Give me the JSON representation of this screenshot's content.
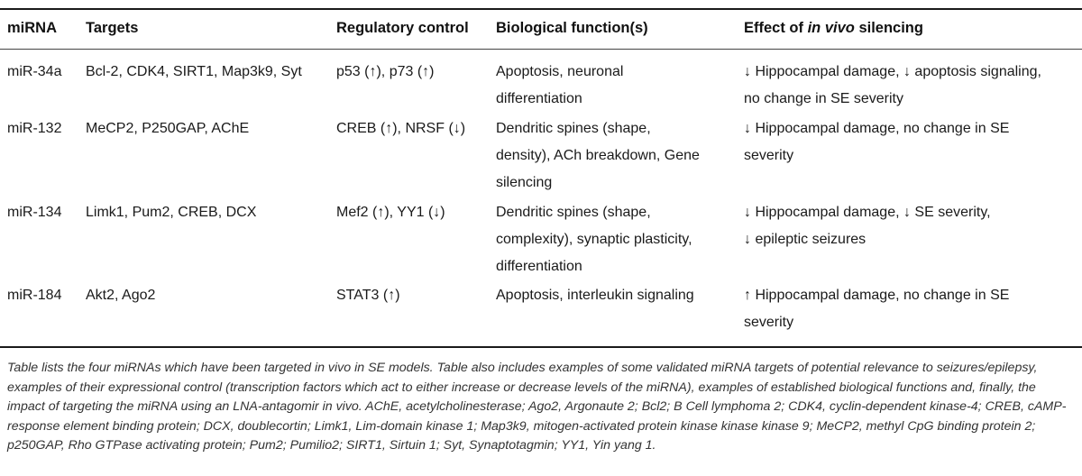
{
  "table": {
    "headers": {
      "mirna": "miRNA",
      "targets": "Targets",
      "regulatory": "Regulatory control",
      "function": "Biological function(s)",
      "effect_prefix": "Effect of ",
      "effect_italic": "in vivo",
      "effect_suffix": " silencing"
    },
    "rows": [
      {
        "mirna": "miR-34a",
        "targets": "Bcl-2, CDK4, SIRT1, Map3k9, Syt",
        "regulatory": "p53 (↑), p73 (↑)",
        "function": [
          "Apoptosis, neuronal",
          "differentiation"
        ],
        "effect": [
          "↓ Hippocampal damage, ↓ apoptosis signaling,",
          "no change in SE severity"
        ]
      },
      {
        "mirna": "miR-132",
        "targets": "MeCP2, P250GAP, AChE",
        "regulatory": "CREB (↑), NRSF (↓)",
        "function": [
          "Dendritic spines (shape,",
          "density), ACh breakdown, Gene",
          "silencing"
        ],
        "effect": [
          "↓ Hippocampal damage, no change in SE",
          "severity"
        ]
      },
      {
        "mirna": "miR-134",
        "targets": "Limk1, Pum2, CREB, DCX",
        "regulatory": "Mef2 (↑), YY1 (↓)",
        "function": [
          "Dendritic spines (shape,",
          "complexity), synaptic plasticity,",
          "differentiation"
        ],
        "effect": [
          "↓ Hippocampal damage, ↓ SE severity,",
          "↓ epileptic seizures"
        ]
      },
      {
        "mirna": "miR-184",
        "targets": "Akt2, Ago2",
        "regulatory": "STAT3 (↑)",
        "function": [
          "Apoptosis, interleukin signaling"
        ],
        "effect": [
          "↑ Hippocampal damage, no change in SE",
          "severity"
        ]
      }
    ]
  },
  "caption": "Table lists the four miRNAs which have been targeted in vivo in SE models. Table also includes examples of some validated miRNA targets of potential relevance to seizures/epilepsy, examples of their expressional control (transcription factors which act to either increase or decrease levels of the miRNA), examples of established biological functions and, finally, the impact of targeting the miRNA using an LNA-antagomir in vivo. AChE, acetylcholinesterase; Ago2, Argonaute 2; Bcl2; B Cell lymphoma 2; CDK4, cyclin-dependent kinase-4; CREB, cAMP-response element binding protein; DCX, doublecortin; Limk1, Lim-domain kinase 1; Map3k9, mitogen-activated protein kinase kinase kinase 9; MeCP2, methyl CpG binding protein 2; p250GAP, Rho GTPase activating protein; Pum2; Pumilio2; SIRT1, Sirtuin 1; Syt, Synaptotagmin; YY1, Yin yang 1."
}
